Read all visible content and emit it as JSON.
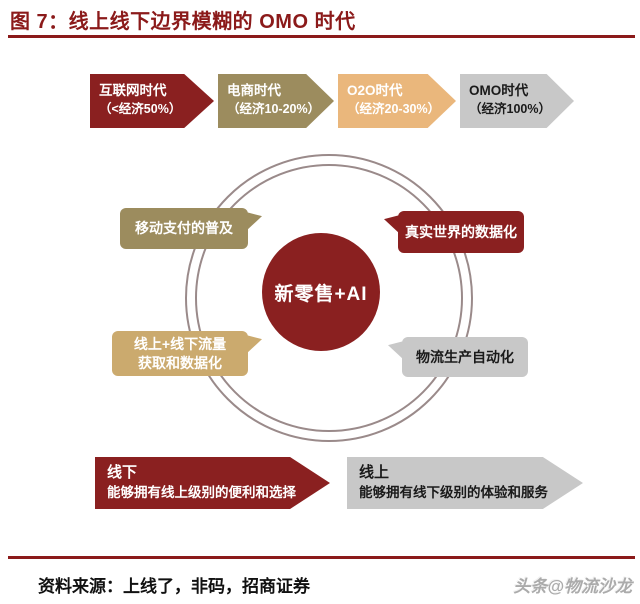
{
  "title": "图 7：线上线下边界模糊的 OMO 时代",
  "colors": {
    "title_red": "#8B1A1A",
    "dark_red": "#8A2020",
    "olive": "#9C8C5E",
    "orange": "#EAB77C",
    "gray": "#C8C8C8",
    "gold": "#CBAA6E",
    "ring": "#9A8A8A",
    "text_dark": "#1A1A1A",
    "watermark_gray": "#ABABAB"
  },
  "timeline": {
    "stages": [
      {
        "name": "互联网时代",
        "detail": "（<经济50%）"
      },
      {
        "name": "电商时代",
        "detail": "（经济10-20%）"
      },
      {
        "name": "O2O时代",
        "detail": "（经济20-30%）"
      },
      {
        "name": "OMO时代",
        "detail": "（经济100%）"
      }
    ]
  },
  "diagram": {
    "core_label": "新零售+AI",
    "callouts": {
      "mobile_payment": "移动支付的普及",
      "real_world_data": "真实世界的数据化",
      "traffic_line1": "线上+线下流量",
      "traffic_line2": "获取和数据化",
      "logistics": "物流生产自动化"
    }
  },
  "bottom_arrows": [
    {
      "heading": "线下",
      "description": "能够拥有线上级别的便利和选择"
    },
    {
      "heading": "线上",
      "description": "能够拥有线下级别的体验和服务"
    }
  ],
  "footer": {
    "source": "资料来源：上线了，非码，招商证券",
    "watermark": "头条@物流沙龙"
  }
}
